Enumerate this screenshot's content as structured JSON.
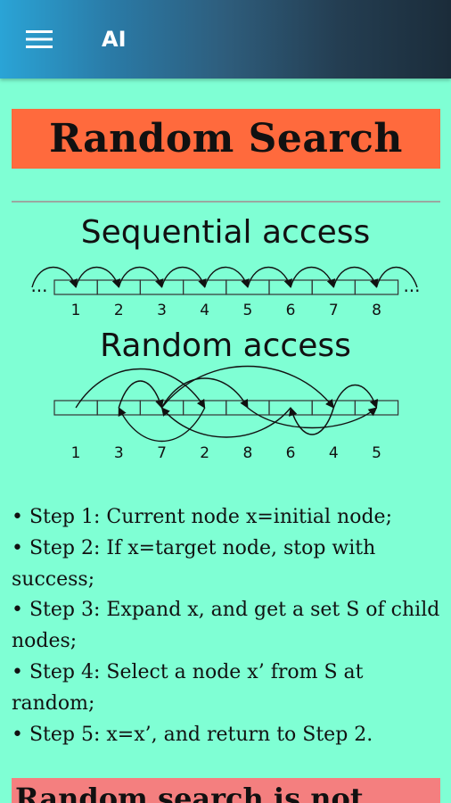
{
  "appbar": {
    "title": "AI",
    "menu_icon": "hamburger-menu-icon"
  },
  "heading": {
    "title": "Random Search",
    "background": "#ff6a3d"
  },
  "diagram": {
    "sequential_title": "Sequential access",
    "sequential_labels": [
      "1",
      "2",
      "3",
      "4",
      "5",
      "6",
      "7",
      "8"
    ],
    "random_title": "Random access",
    "random_labels": [
      "1",
      "3",
      "7",
      "2",
      "8",
      "6",
      "4",
      "5"
    ],
    "ellipsis": "..."
  },
  "steps": [
    "• Step 1: Current node x=initial node;",
    "• Step 2: If x=target node, stop with success;",
    "• Step 3: Expand x, and get a set S of child nodes;",
    "• Step 4: Select a node x’ from S at random;",
    "• Step 5: x=x’, and return to Step 2."
  ],
  "callout": {
    "text": "Random search is not",
    "background": "#f47f7f"
  },
  "colors": {
    "page_background": "#7fffd4"
  }
}
